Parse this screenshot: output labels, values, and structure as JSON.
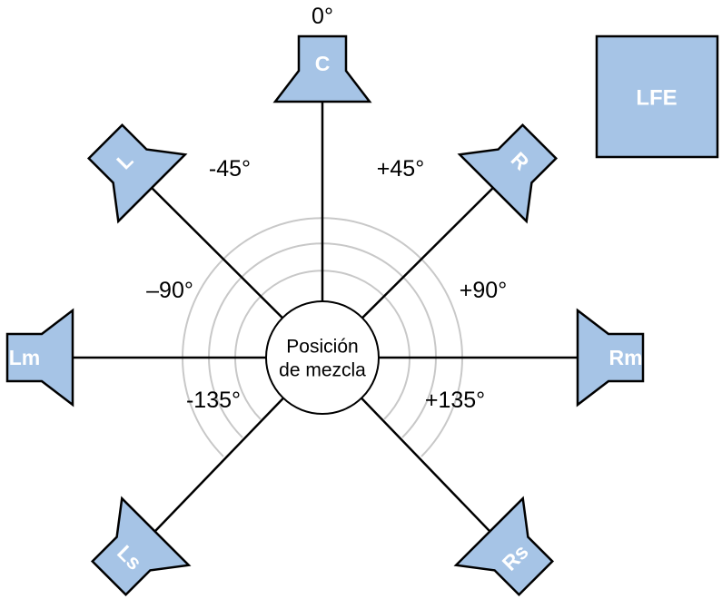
{
  "diagram": {
    "center": {
      "line1": "Posición",
      "line2": "de mezcla"
    },
    "lfe": {
      "label": "LFE"
    },
    "speakers": {
      "c": {
        "label": "C",
        "angle": "0°"
      },
      "l": {
        "label": "L",
        "angle": "-45°"
      },
      "r": {
        "label": "R",
        "angle": "+45°"
      },
      "lm": {
        "label": "Lm",
        "angle": "–90°"
      },
      "rm": {
        "label": "Rm",
        "angle": "+90°"
      },
      "ls": {
        "label": "Ls",
        "angle": "-135°"
      },
      "rs": {
        "label": "Rs",
        "angle": "+135°"
      }
    },
    "colors": {
      "speaker_fill": "#a6c4e6",
      "outline": "#000000",
      "arc_stroke": "#c8c8c8",
      "speaker_label": "#ffffff",
      "angle_label": "#000000"
    }
  }
}
